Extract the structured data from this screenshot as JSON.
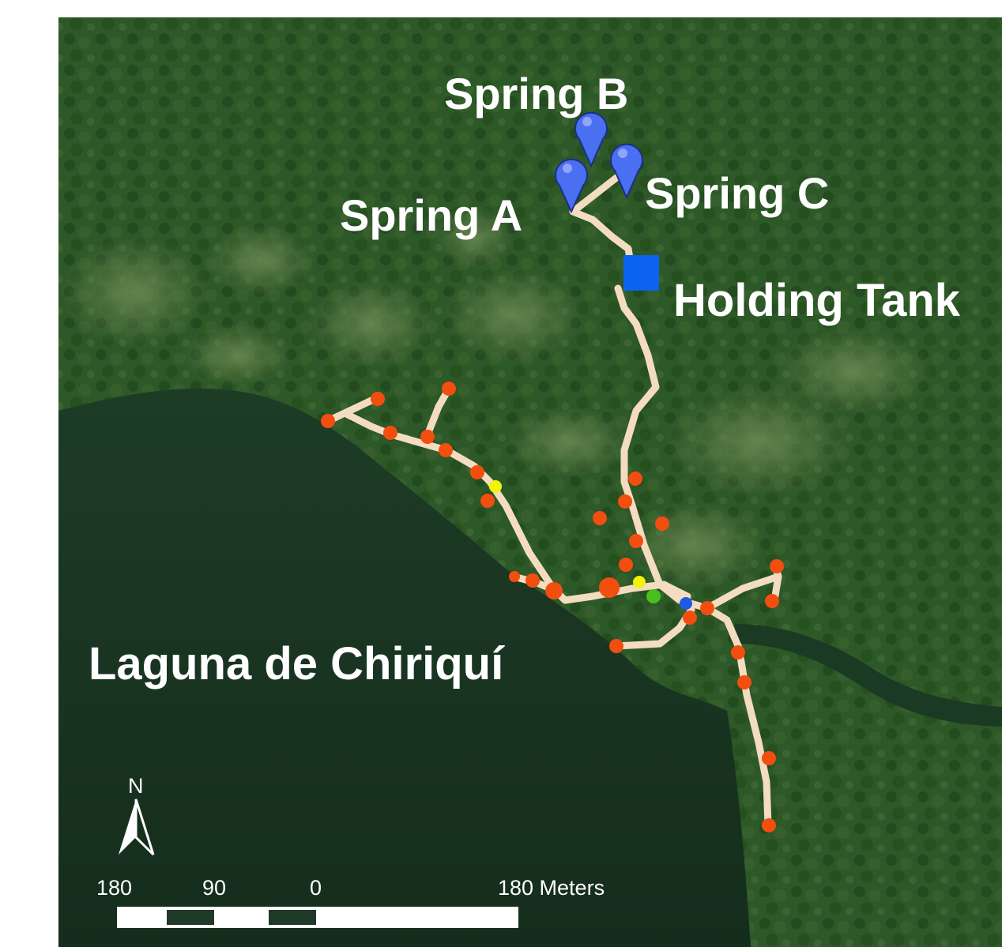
{
  "map": {
    "labels": {
      "spring_a": "Spring A",
      "spring_b": "Spring B",
      "spring_c": "Spring C",
      "holding_tank": "Holding Tank",
      "water_body": "Laguna de Chiriquí"
    },
    "north_arrow": {
      "label": "N"
    },
    "scale_bar": {
      "tick_labels": [
        "180",
        "90",
        "0",
        "180 Meters"
      ]
    },
    "colors": {
      "pipeline": "#f4dcc0",
      "tap_point": "#f24e10",
      "yellow_point": "#f2f20a",
      "green_point": "#46c01e",
      "blue_point": "#1e5ae6",
      "spring_marker": "#4a6ff0",
      "holding_tank": "#0b63f0",
      "water": "#17321f",
      "forest": "#2c5726"
    },
    "icons": [
      "map-pin-icon",
      "square-icon",
      "north-arrow-icon"
    ]
  }
}
